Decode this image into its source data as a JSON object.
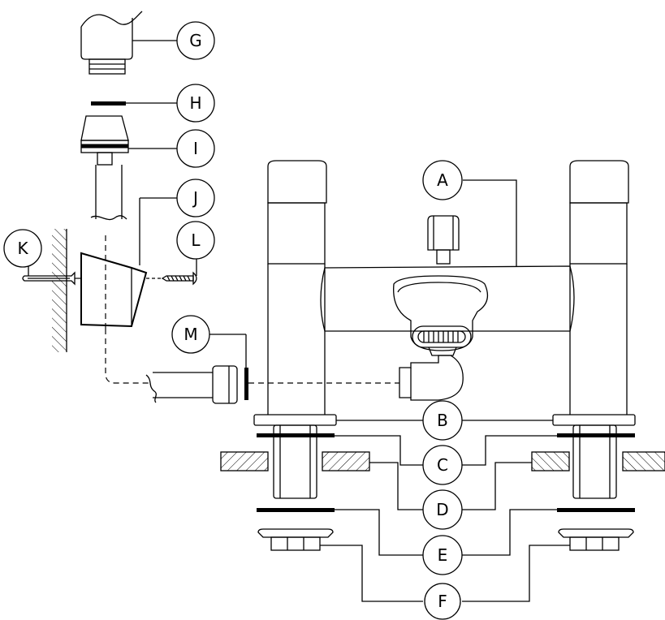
{
  "diagram": {
    "callouts": [
      {
        "id": "A",
        "label": "A"
      },
      {
        "id": "B",
        "label": "B"
      },
      {
        "id": "C",
        "label": "C"
      },
      {
        "id": "D",
        "label": "D"
      },
      {
        "id": "E",
        "label": "E"
      },
      {
        "id": "F",
        "label": "F"
      },
      {
        "id": "G",
        "label": "G"
      },
      {
        "id": "H",
        "label": "H"
      },
      {
        "id": "I",
        "label": "I"
      },
      {
        "id": "J",
        "label": "J"
      },
      {
        "id": "K",
        "label": "K"
      },
      {
        "id": "L",
        "label": "L"
      },
      {
        "id": "M",
        "label": "M"
      }
    ]
  }
}
